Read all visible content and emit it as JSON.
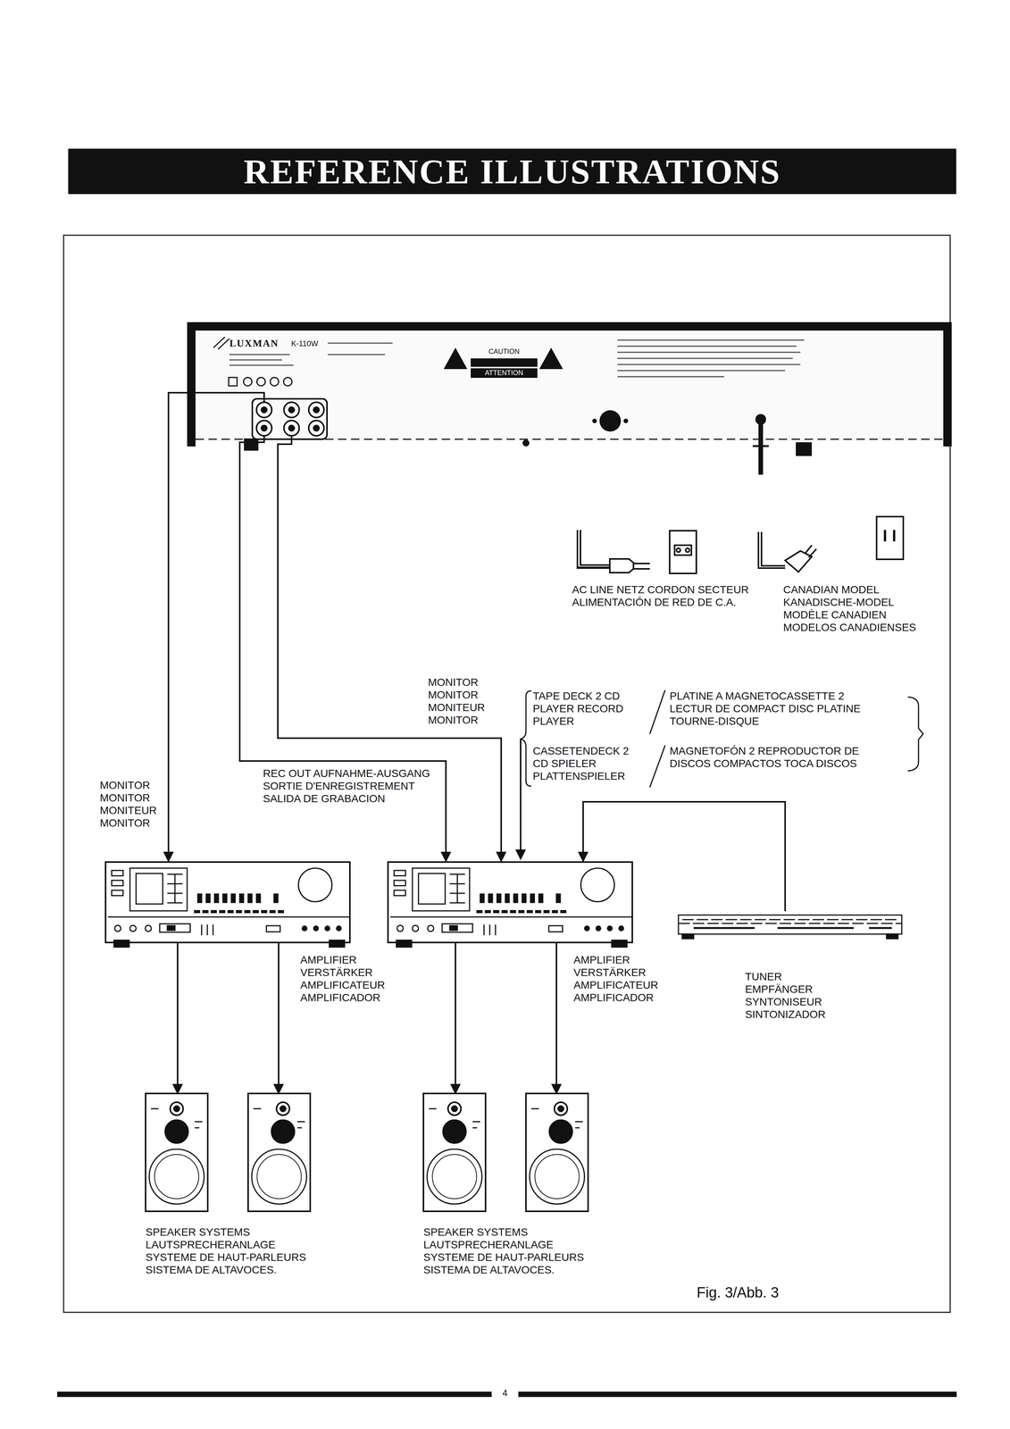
{
  "diagram": {
    "title": "REFERENCE ILLUSTRATIONS",
    "nodes": [
      {
        "text": [
          "LUXMAN",
          "K-110W",
          "CAUTION",
          "ATTENTION"
        ]
      },
      {
        "text": [
          "AMPLIFIER VERSTÄRKER AMPLIFICATEUR AMPLIFICADOR"
        ]
      },
      {
        "text": [
          "AMPLIFIER VERSTÄRKER AMPLIFICATEUR AMPLIFICADOR"
        ]
      },
      {
        "text": [
          "TUNER EMPFÄNGER SYNTONISEUR SINTONIZADOR"
        ]
      },
      {
        "text": [
          "SPEAKER SYSTEMS LAUTSPRECHERANLAGE SYSTEME DE HAUT-PARLEURS SISTEMA DE ALTAVOCES."
        ]
      },
      {
        "text": [
          "SPEAKER SYSTEMS LAUTSPRECHERANLAGE SYSTEME DE HAUT-PARLEURS SISTEMA DE ALTAVOCES."
        ]
      }
    ],
    "edges": [
      {
        "from": 0,
        "to": 1,
        "arrow": "to",
        "label": "MONITOR MONITOR MONITEUR MONITOR"
      },
      {
        "from": 0,
        "to": 2,
        "arrow": "to",
        "label": "REC OUT AUFNAHME-AUSGANG SORTIE D'ENREGISTREMENT SALIDA DE GRABACION"
      },
      {
        "from": 0,
        "to": 2,
        "arrow": "to",
        "label": "MONITOR MONITOR MONITEUR MONITOR"
      },
      {
        "from": 3,
        "to": 2,
        "arrow": "to"
      },
      {
        "from": 1,
        "to": 4,
        "arrow": "to"
      },
      {
        "from": 1,
        "to": 4,
        "arrow": "to"
      },
      {
        "from": 2,
        "to": 5,
        "arrow": "to"
      },
      {
        "from": 2,
        "to": 5,
        "arrow": "to"
      }
    ],
    "labels": [
      "AC LINE NETZ CORDON SECTEUR ALIMENTACIÓN DE RED DE C.A.",
      "CANADIAN MODEL KANADISCHE-MODEL MODÈLE CANADIEN MODELOS CANADIENSES",
      "TAPE DECK 2 CD PLAYER RECORD PLAYER",
      "PLATINE A MAGNETOCASSETTE 2 LECTUR DE COMPACT DISC PLATINE TOURNE-DISQUE",
      "CASSETENDECK 2 CD SPIELER PLATTENSPIELER",
      "MAGNETOFÓN 2 REPRODUCTOR DE DISCOS COMPACTOS TOCA DISCOS",
      "Fig. 3/Abb. 3",
      "4"
    ]
  }
}
